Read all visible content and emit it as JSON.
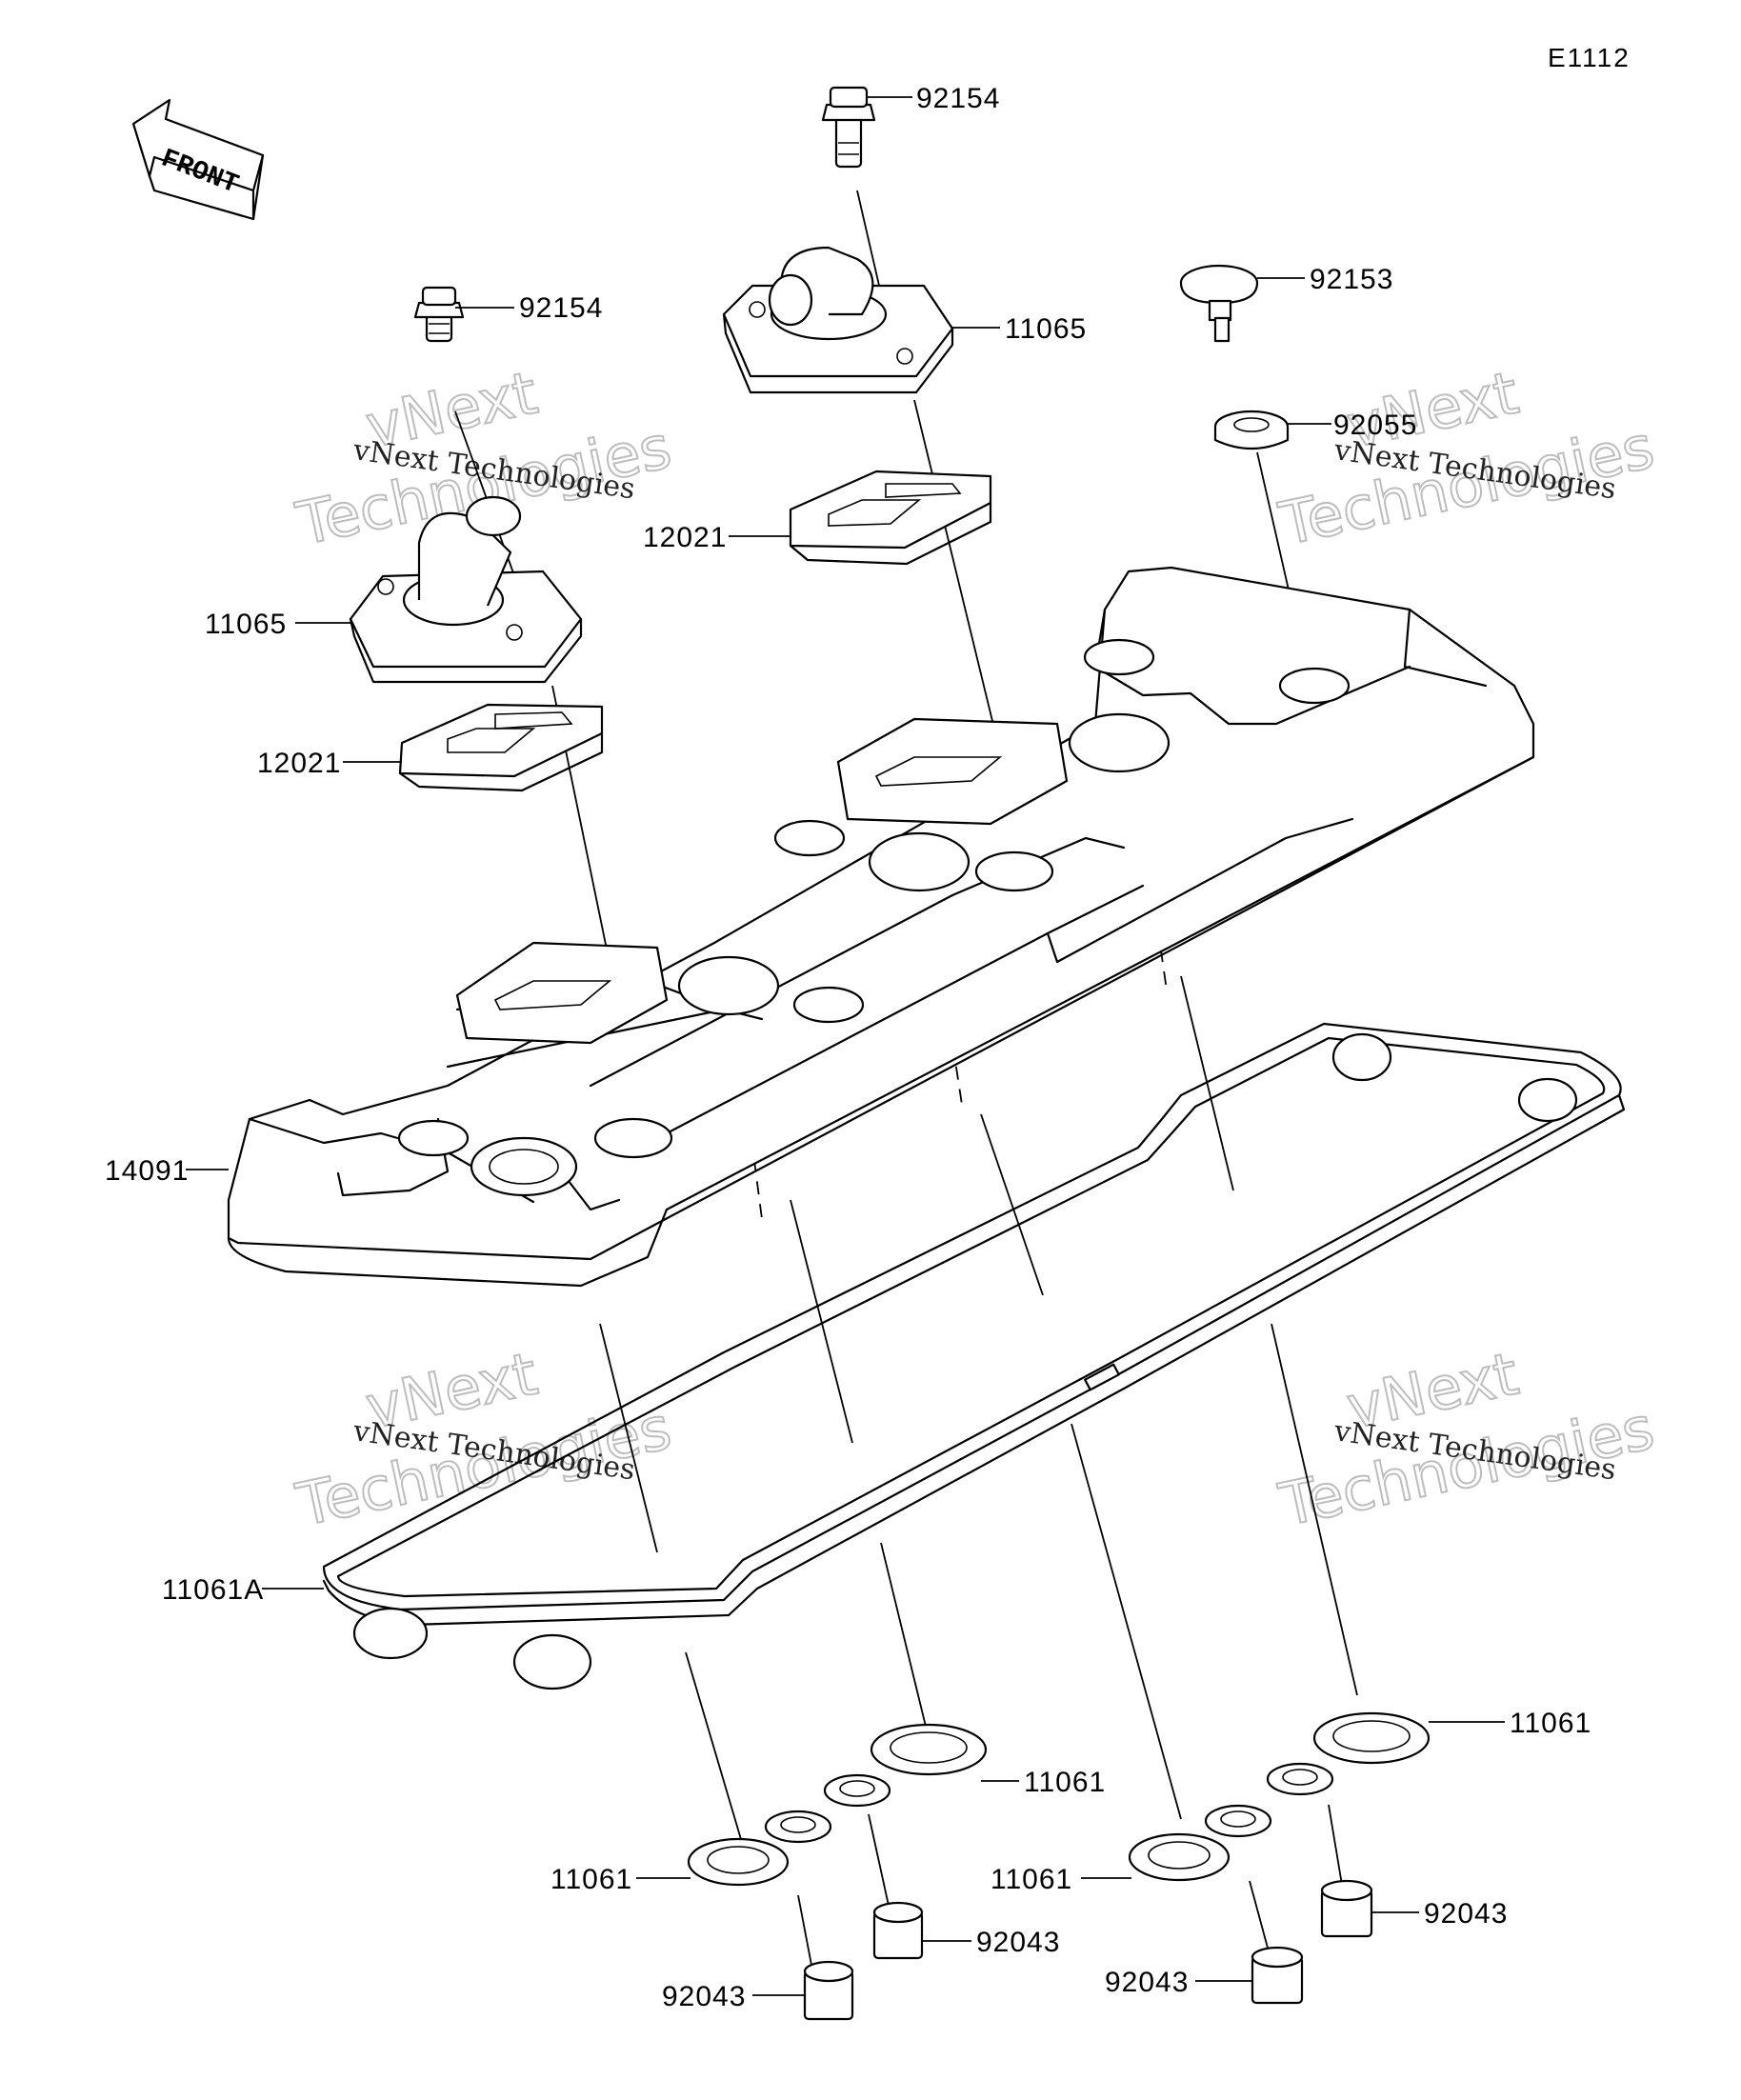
{
  "diagram": {
    "code": "E1112",
    "front_label": "FRONT",
    "watermark": {
      "line1": "vNext Technologies",
      "big1": "vNext",
      "big2": "Technologies"
    },
    "labels": {
      "bolt_left": "92154",
      "bolt_center": "92154",
      "bolt_right": "92153",
      "breather_cover_left": "11065",
      "breather_cover_center": "11065",
      "reed_valve_left": "12021",
      "reed_valve_center": "12021",
      "grommet_right": "92055",
      "head_cover": "14091",
      "head_cover_gasket": "11061A",
      "plug_gasket_1": "11061",
      "plug_gasket_2": "11061",
      "plug_gasket_3": "11061",
      "plug_gasket_4": "11061",
      "collar_1": "92043",
      "collar_2": "92043",
      "collar_3": "92043",
      "collar_4": "92043"
    }
  }
}
